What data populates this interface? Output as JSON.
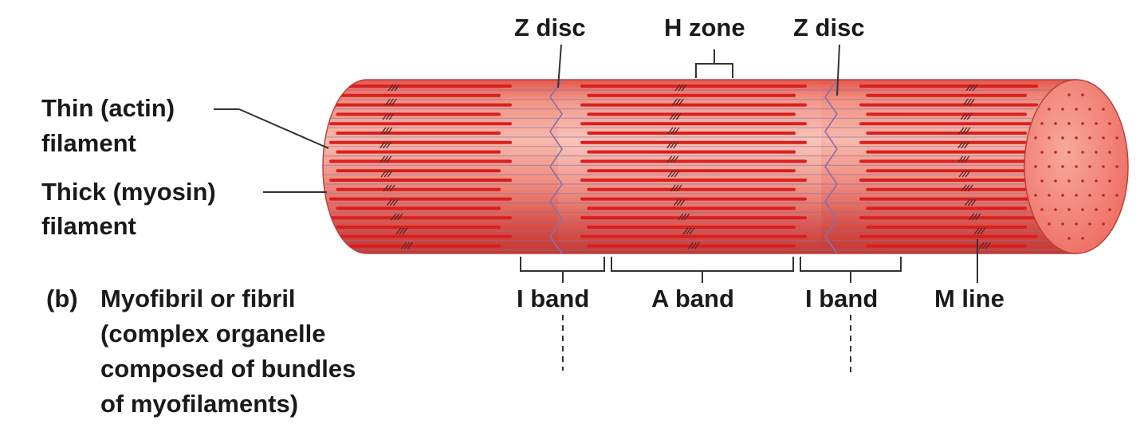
{
  "labels": {
    "z_disc_left": "Z disc",
    "h_zone": "H zone",
    "z_disc_right": "Z disc",
    "thin_line1": "Thin (actin)",
    "thin_line2": "filament",
    "thick_line1": "Thick (myosin)",
    "thick_line2": "filament",
    "i_band_left": "I band",
    "a_band": "A band",
    "i_band_right": "I band",
    "m_line": "M line"
  },
  "caption": {
    "marker": "(b)",
    "title": "Myofibril or fibril",
    "body_line1": "(complex organelle",
    "body_line2": "composed of bundles",
    "body_line3": "of myofilaments)"
  },
  "colors": {
    "cylinder_base": "#f07a6e",
    "cylinder_light": "#f6b3a6",
    "cylinder_dark": "#c9403b",
    "thick_filament": "#d91f1f",
    "thin_filament": "#8a6fa8",
    "end_face": "#f2645a",
    "label_text": "#1a1a1a",
    "leader_line": "#333333"
  }
}
